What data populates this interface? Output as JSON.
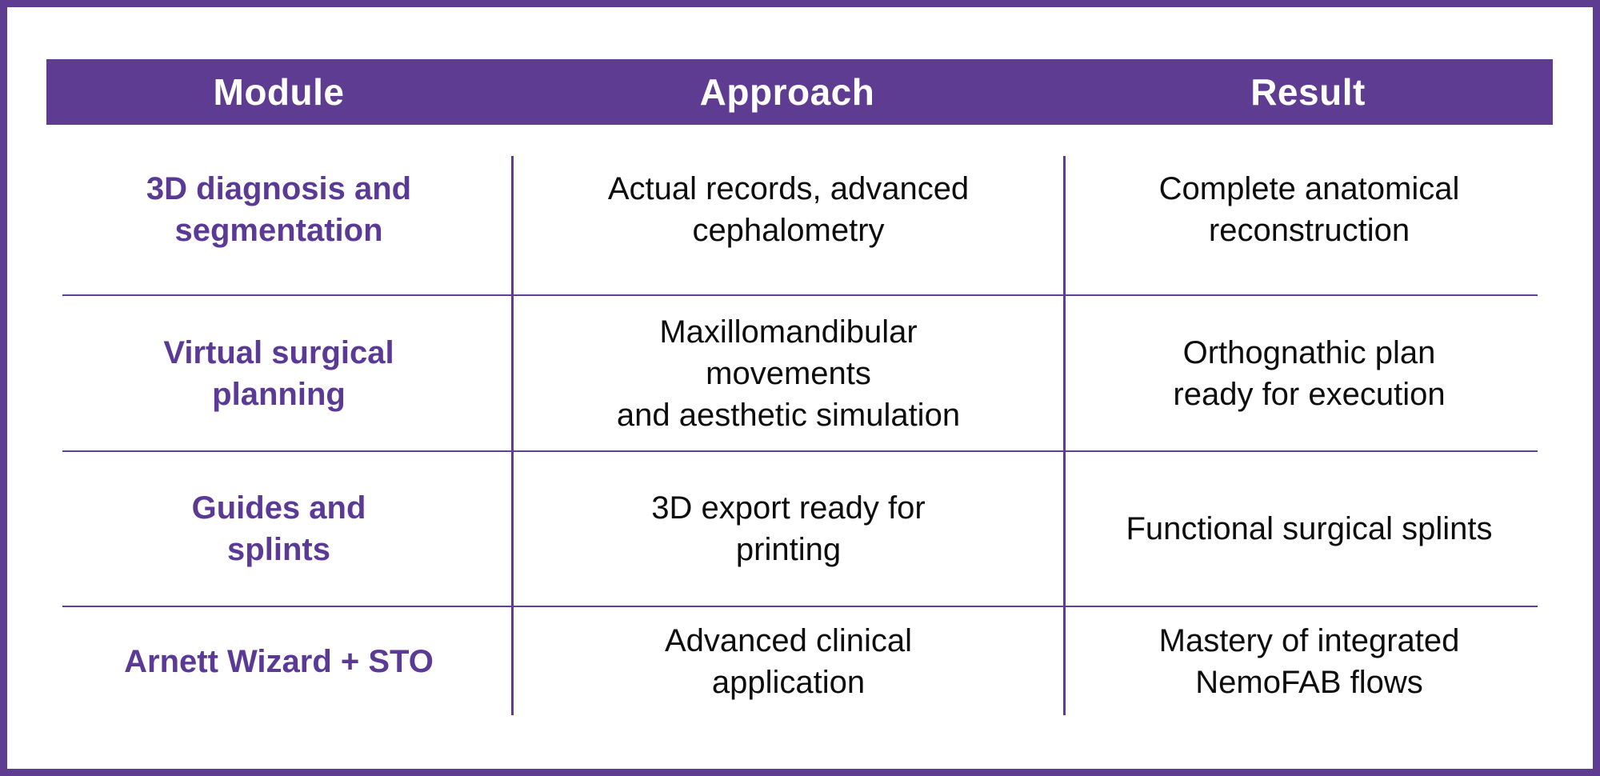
{
  "colors": {
    "frame_border": "#5d3c92",
    "header_background": "#5d3c92",
    "header_text": "#ffffff",
    "module_text": "#5b3a96",
    "body_text": "#0d0d0d",
    "grid_line": "#5f4199",
    "page_background": "#ffffff"
  },
  "table": {
    "headers": [
      "Module",
      "Approach",
      "Result"
    ],
    "rows": [
      {
        "module": [
          "3D diagnosis and",
          "segmentation"
        ],
        "approach": [
          "Actual records, advanced",
          "cephalometry"
        ],
        "result": [
          "Complete anatomical",
          "reconstruction"
        ]
      },
      {
        "module": [
          "Virtual surgical",
          "planning"
        ],
        "approach": [
          "Maxillomandibular",
          "movements",
          "and aesthetic simulation"
        ],
        "result": [
          "Orthognathic plan",
          "ready for execution"
        ]
      },
      {
        "module": [
          "Guides and",
          "splints"
        ],
        "approach": [
          "3D export ready for",
          "printing"
        ],
        "result": [
          "Functional surgical splints"
        ]
      },
      {
        "module": [
          "Arnett Wizard + STO"
        ],
        "approach": [
          "Advanced clinical",
          "application"
        ],
        "result": [
          "Mastery of integrated",
          "NemoFAB flows"
        ]
      }
    ]
  }
}
